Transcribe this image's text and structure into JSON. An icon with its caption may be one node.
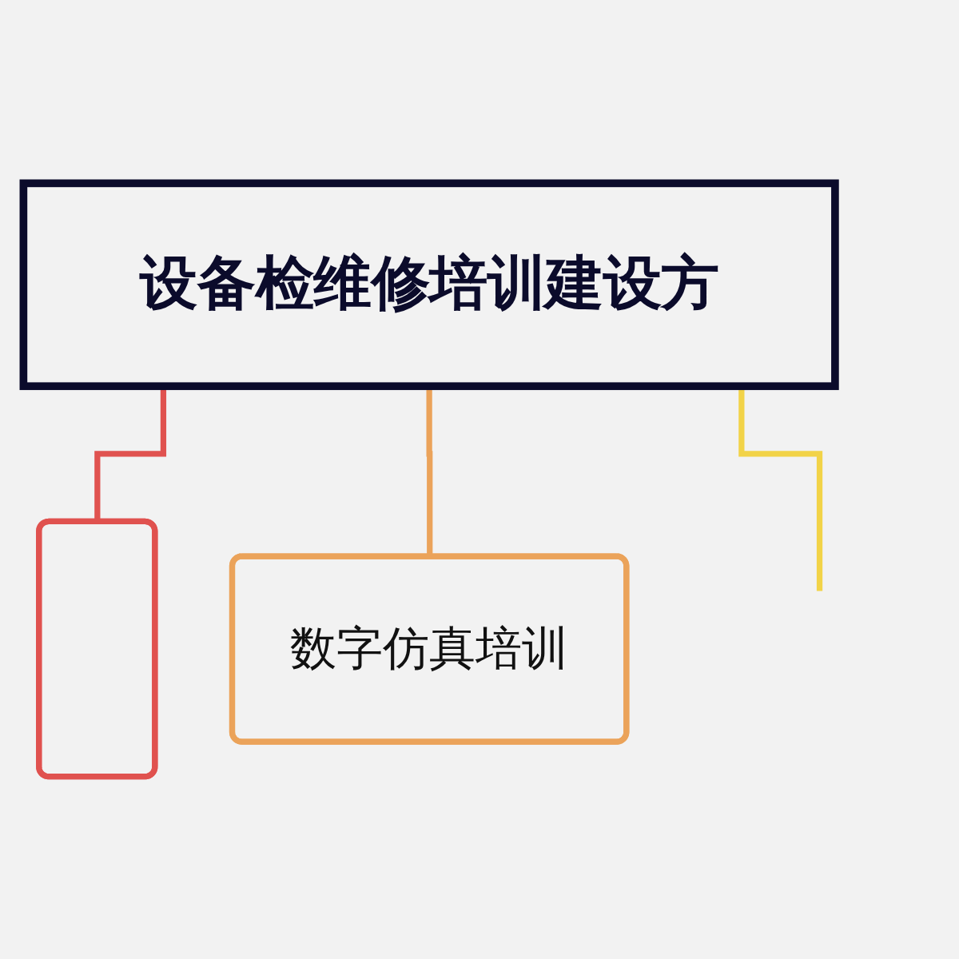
{
  "diagram": {
    "nodes": [
      {
        "text": [
          "设备检维修培训建设方"
        ]
      },
      {
        "text": [],
        "shape": "box"
      },
      {
        "text": [
          "数字仿真培训"
        ]
      }
    ],
    "edges": [
      {
        "from": 0,
        "to": 1,
        "arrow": "none",
        "color": "#e0524f"
      },
      {
        "from": 0,
        "to": 2,
        "arrow": "none",
        "color": "#eba35a"
      },
      {
        "from": 0,
        "to": null,
        "arrow": "none",
        "color": "#f2d348"
      }
    ]
  }
}
